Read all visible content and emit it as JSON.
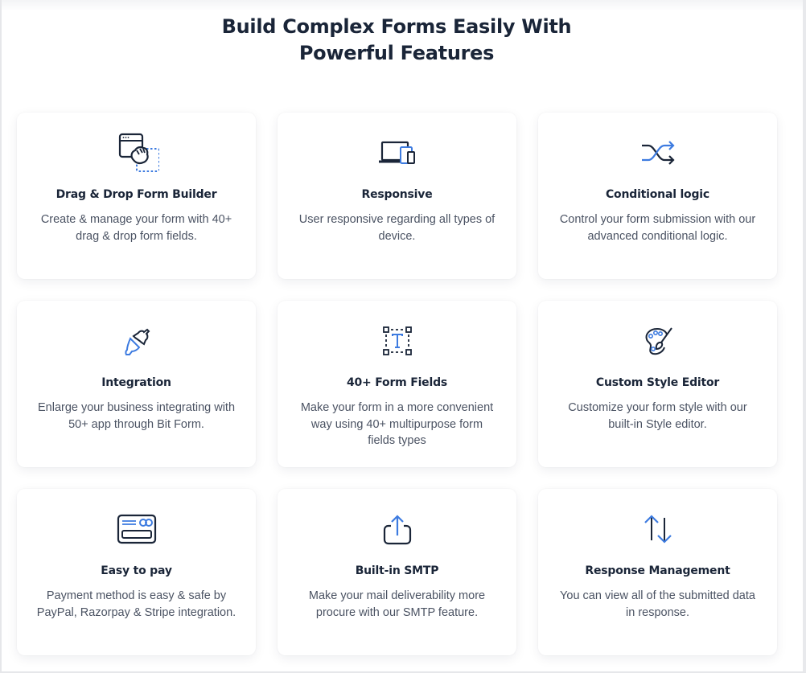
{
  "header": {
    "title_line1": "Build Complex Forms Easily With",
    "title_line2": "Powerful Features"
  },
  "colors": {
    "dark": "#1a2538",
    "accent": "#3d7be0",
    "text": "#4b5363"
  },
  "features": [
    {
      "icon": "drag-drop-hand-icon",
      "title": "Drag & Drop Form Builder",
      "description": "Create & manage your form with 40+ drag & drop form fields."
    },
    {
      "icon": "responsive-devices-icon",
      "title": "Responsive",
      "description": "User responsive regarding all types of device."
    },
    {
      "icon": "shuffle-arrows-icon",
      "title": "Conditional logic",
      "description": "Control your form submission with our advanced conditional logic."
    },
    {
      "icon": "plug-connect-icon",
      "title": "Integration",
      "description": "Enlarge your business integrating with 50+ app through Bit Form."
    },
    {
      "icon": "text-field-icon",
      "title": "40+ Form Fields",
      "description": "Make your form in a more convenient way using 40+ multipurpose form fields types"
    },
    {
      "icon": "palette-brush-icon",
      "title": "Custom Style Editor",
      "description": "Customize your form style with our built-in Style editor."
    },
    {
      "icon": "credit-card-icon",
      "title": "Easy to pay",
      "description": "Payment method is easy & safe by PayPal, Razorpay & Stripe integration."
    },
    {
      "icon": "upload-share-icon",
      "title": "Built-in SMTP",
      "description": "Make your mail deliverability more procure with our SMTP feature."
    },
    {
      "icon": "up-down-arrows-icon",
      "title": "Response Management",
      "description": "You can view all of the submitted data in response."
    }
  ]
}
